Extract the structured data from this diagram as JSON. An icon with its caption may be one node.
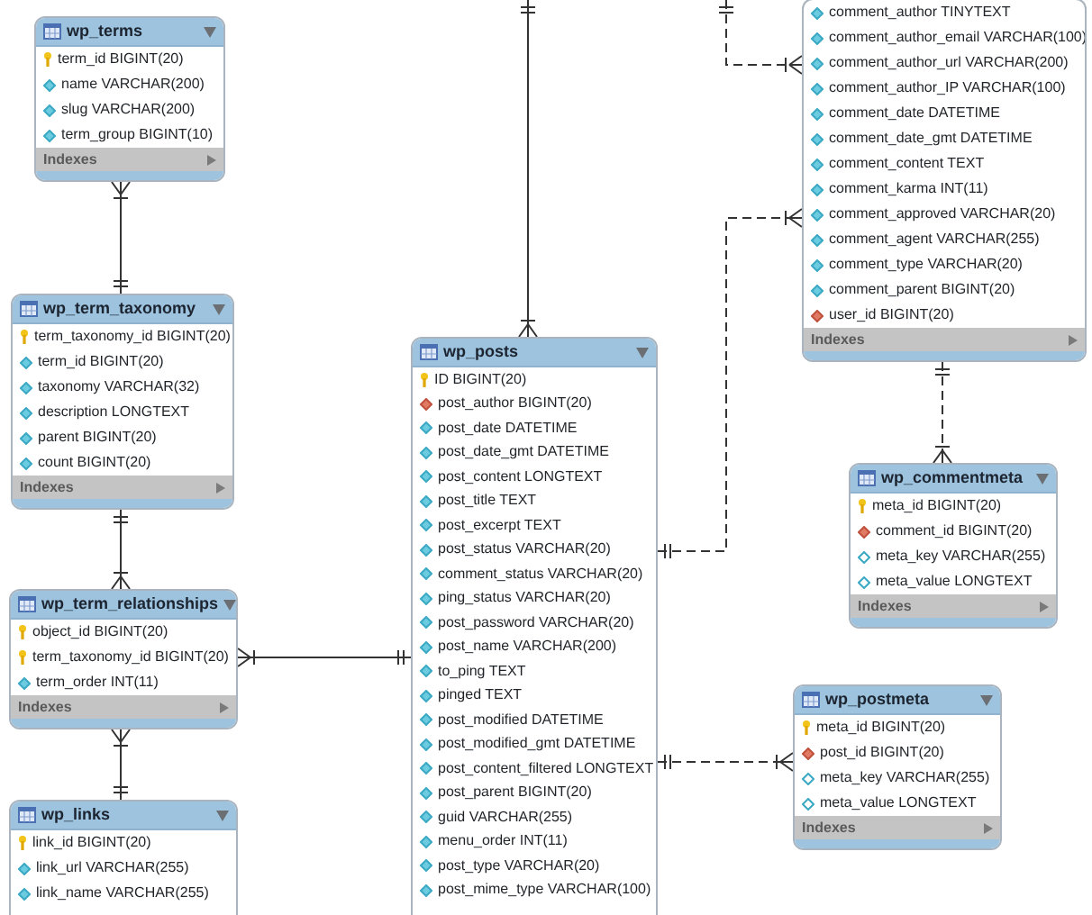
{
  "diagram": {
    "nodes": [
      {
        "text": [
          "wp_terms",
          "term_id BIGINT(20)",
          "name VARCHAR(200)",
          "slug VARCHAR(200)",
          "term_group BIGINT(10)",
          "Indexes"
        ]
      },
      {
        "text": [
          "comment_author TINYTEXT",
          "comment_author_email VARCHAR(100)",
          "comment_author_url VARCHAR(200)",
          "comment_author_IP VARCHAR(100)",
          "comment_date DATETIME",
          "comment_date_gmt DATETIME",
          "comment_content TEXT",
          "comment_karma INT(11)",
          "comment_approved VARCHAR(20)",
          "comment_agent VARCHAR(255)",
          "comment_type VARCHAR(20)",
          "comment_parent BIGINT(20)",
          "user_id BIGINT(20)",
          "Indexes"
        ]
      },
      {
        "text": [
          "wp_term_taxonomy",
          "term_taxonomy_id BIGINT(20)",
          "term_id BIGINT(20)",
          "taxonomy VARCHAR(32)",
          "description LONGTEXT",
          "parent BIGINT(20)",
          "count BIGINT(20)",
          "Indexes"
        ]
      },
      {
        "text": [
          "wp_posts",
          "ID BIGINT(20)",
          "post_author BIGINT(20)",
          "post_date DATETIME",
          "post_date_gmt DATETIME",
          "post_content LONGTEXT",
          "post_title TEXT",
          "post_excerpt TEXT",
          "post_status VARCHAR(20)",
          "comment_status VARCHAR(20)",
          "ping_status VARCHAR(20)",
          "post_password VARCHAR(20)",
          "post_name VARCHAR(200)",
          "to_ping TEXT",
          "pinged TEXT",
          "post_modified DATETIME",
          "post_modified_gmt DATETIME",
          "post_content_filtered LONGTEXT",
          "post_parent BIGINT(20)",
          "guid VARCHAR(255)",
          "menu_order INT(11)",
          "post_type VARCHAR(20)",
          "post_mime_type VARCHAR(100)"
        ]
      },
      {
        "text": [
          "wp_commentmeta",
          "meta_id BIGINT(20)",
          "comment_id BIGINT(20)",
          "meta_key VARCHAR(255)",
          "meta_value LONGTEXT",
          "Indexes"
        ]
      },
      {
        "text": [
          "wp_term_relationships",
          "object_id BIGINT(20)",
          "term_taxonomy_id BIGINT(20)",
          "term_order INT(11)",
          "Indexes"
        ]
      },
      {
        "text": [
          "wp_postmeta",
          "meta_id BIGINT(20)",
          "post_id BIGINT(20)",
          "meta_key VARCHAR(255)",
          "meta_value LONGTEXT",
          "Indexes"
        ]
      },
      {
        "text": [
          "wp_links",
          "link_id BIGINT(20)",
          "link_url VARCHAR(255)",
          "link_name VARCHAR(255)"
        ]
      }
    ],
    "edges": [
      {
        "from": 2,
        "to": 0,
        "arrow": "other"
      },
      {
        "from": 2,
        "to": 5,
        "arrow": "other"
      },
      {
        "from": 3,
        "to": 5,
        "arrow": "other"
      },
      {
        "from": 7,
        "to": 5,
        "arrow": "other"
      },
      {
        "from": 3,
        "to": 1,
        "arrow": "other",
        "style": "dashed"
      },
      {
        "from": 3,
        "to": 6,
        "arrow": "other",
        "style": "dashed"
      },
      {
        "from": 1,
        "to": 4,
        "arrow": "other",
        "style": "dashed"
      },
      {
        "from": null,
        "to": 3,
        "arrow": "other"
      },
      {
        "from": null,
        "to": 1,
        "arrow": "other",
        "style": "dashed"
      }
    ]
  }
}
